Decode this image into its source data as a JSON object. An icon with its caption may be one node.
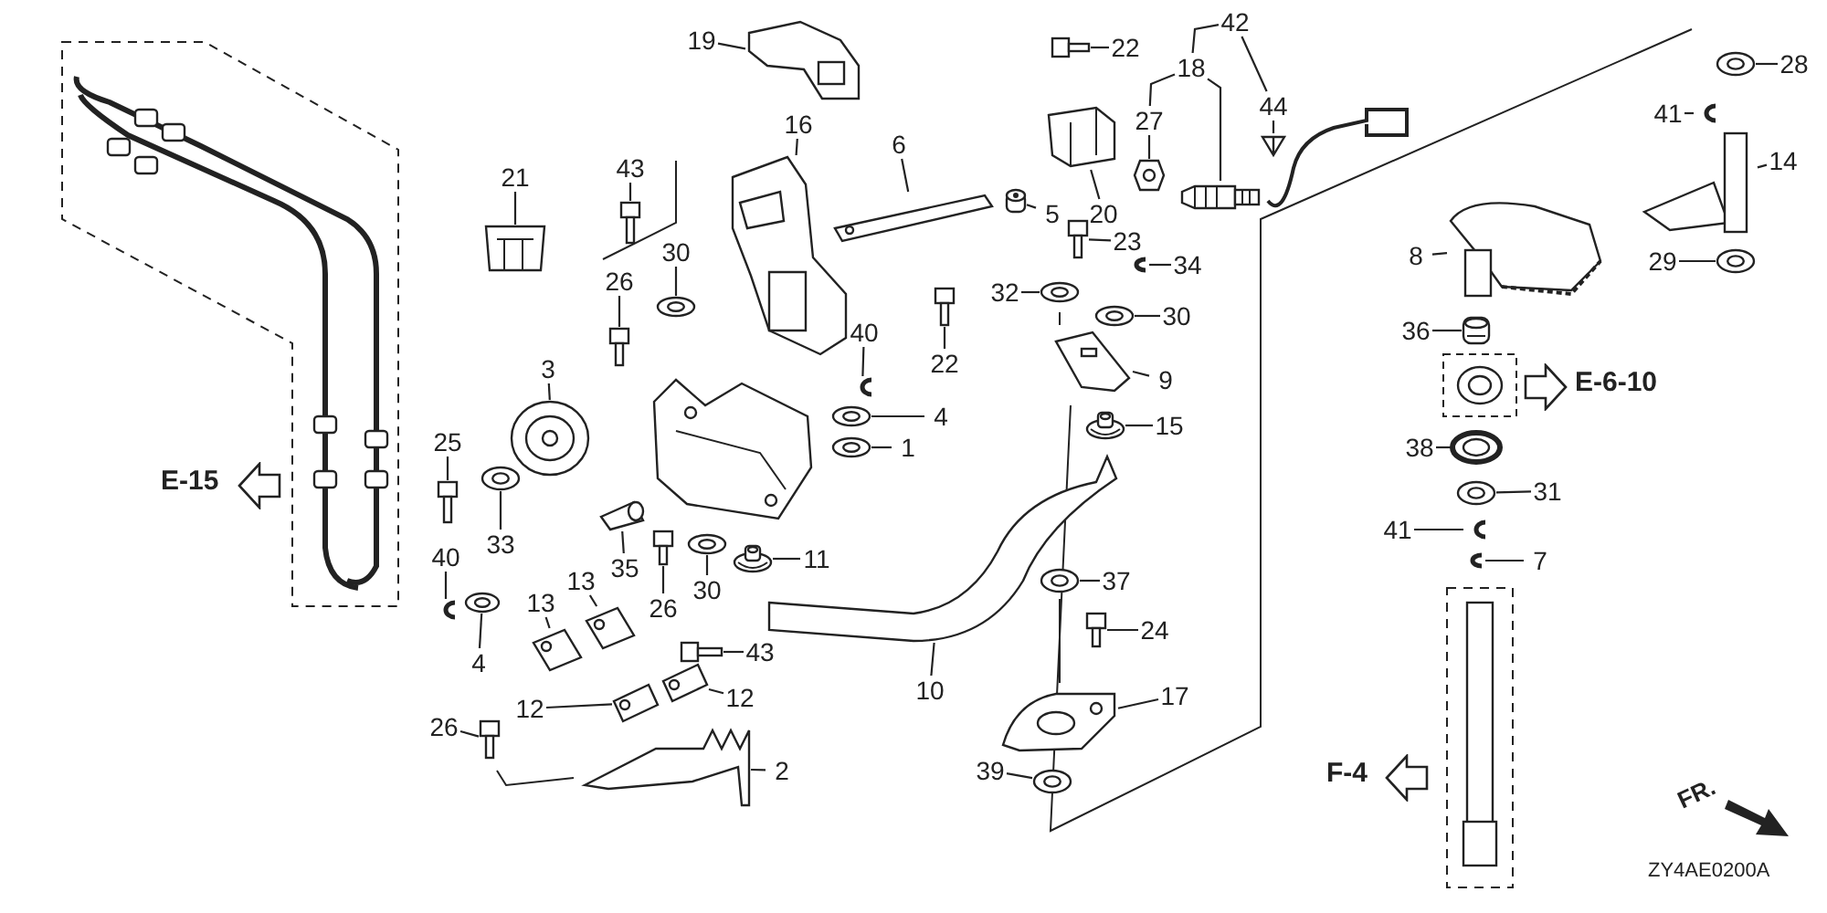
{
  "diagram": {
    "nodes": [
      {
        "text": [
          "19"
        ]
      },
      {
        "text": [
          "22"
        ]
      },
      {
        "text": [
          "42"
        ]
      },
      {
        "text": [
          "18"
        ]
      },
      {
        "text": [
          "44"
        ]
      },
      {
        "text": [
          "27"
        ]
      },
      {
        "text": [
          "20"
        ]
      },
      {
        "text": [
          "5"
        ]
      },
      {
        "text": [
          "23"
        ]
      },
      {
        "text": [
          "34"
        ]
      },
      {
        "text": [
          "32"
        ]
      },
      {
        "text": [
          "30"
        ]
      },
      {
        "text": [
          "22"
        ]
      },
      {
        "text": [
          "9"
        ]
      },
      {
        "text": [
          "15"
        ]
      },
      {
        "text": [
          "16"
        ]
      },
      {
        "text": [
          "6"
        ]
      },
      {
        "text": [
          "21"
        ]
      },
      {
        "text": [
          "43"
        ]
      },
      {
        "text": [
          "30"
        ]
      },
      {
        "text": [
          "26"
        ]
      },
      {
        "text": [
          "40"
        ]
      },
      {
        "text": [
          "4"
        ]
      },
      {
        "text": [
          "1"
        ]
      },
      {
        "text": [
          "3"
        ]
      },
      {
        "text": [
          "25"
        ]
      },
      {
        "text": [
          "33"
        ]
      },
      {
        "text": [
          "35"
        ]
      },
      {
        "text": [
          "26"
        ]
      },
      {
        "text": [
          "30"
        ]
      },
      {
        "text": [
          "11"
        ]
      },
      {
        "text": [
          "40"
        ]
      },
      {
        "text": [
          "4"
        ]
      },
      {
        "text": [
          "13"
        ]
      },
      {
        "text": [
          "13"
        ]
      },
      {
        "text": [
          "37"
        ]
      },
      {
        "text": [
          "43"
        ]
      },
      {
        "text": [
          "24"
        ]
      },
      {
        "text": [
          "10"
        ]
      },
      {
        "text": [
          "12"
        ]
      },
      {
        "text": [
          "12"
        ]
      },
      {
        "text": [
          "17"
        ]
      },
      {
        "text": [
          "26"
        ]
      },
      {
        "text": [
          "2"
        ]
      },
      {
        "text": [
          "39"
        ]
      },
      {
        "text": [
          "28"
        ]
      },
      {
        "text": [
          "41"
        ]
      },
      {
        "text": [
          "14"
        ]
      },
      {
        "text": [
          "29"
        ]
      },
      {
        "text": [
          "8"
        ]
      },
      {
        "text": [
          "36"
        ]
      },
      {
        "text": [
          "38"
        ]
      },
      {
        "text": [
          "31"
        ]
      },
      {
        "text": [
          "41"
        ]
      },
      {
        "text": [
          "7"
        ]
      },
      {
        "text": [],
        "shape": "picture"
      },
      {
        "text": [],
        "shape": "picture"
      },
      {
        "text": [],
        "shape": "picture"
      },
      {
        "text": [],
        "shape": "picture"
      },
      {
        "text": [],
        "shape": "picture"
      },
      {
        "text": [],
        "shape": "picture"
      },
      {
        "text": [],
        "shape": "picture"
      },
      {
        "text": [],
        "shape": "picture"
      },
      {
        "text": [],
        "shape": "picture"
      },
      {
        "text": [],
        "shape": "picture"
      },
      {
        "text": [],
        "shape": "picture"
      },
      {
        "text": [],
        "shape": "picture"
      },
      {
        "text": [],
        "shape": "picture"
      },
      {
        "text": [],
        "shape": "picture"
      },
      {
        "text": [],
        "shape": "picture"
      },
      {
        "text": [],
        "shape": "picture"
      },
      {
        "text": [],
        "shape": "picture"
      },
      {
        "text": [],
        "shape": "picture"
      },
      {
        "text": [],
        "shape": "picture"
      },
      {
        "text": [],
        "shape": "picture"
      },
      {
        "text": [],
        "shape": "picture"
      },
      {
        "text": [],
        "shape": "picture"
      },
      {
        "text": [],
        "shape": "picture"
      },
      {
        "text": [],
        "shape": "picture"
      },
      {
        "text": [],
        "shape": "picture"
      },
      {
        "text": [],
        "shape": "picture"
      },
      {
        "text": [],
        "shape": "picture"
      },
      {
        "text": [],
        "shape": "picture"
      },
      {
        "text": [],
        "shape": "picture"
      },
      {
        "text": [],
        "shape": "picture"
      },
      {
        "text": [],
        "shape": "picture"
      },
      {
        "text": [],
        "shape": "picture"
      },
      {
        "text": [],
        "shape": "picture"
      },
      {
        "text": [],
        "shape": "picture"
      },
      {
        "text": [],
        "shape": "picture"
      },
      {
        "text": [],
        "shape": "picture"
      },
      {
        "text": [],
        "shape": "picture"
      },
      {
        "text": [],
        "shape": "picture"
      },
      {
        "text": [],
        "shape": "picture"
      },
      {
        "text": [],
        "shape": "picture"
      },
      {
        "text": [],
        "shape": "picture"
      },
      {
        "text": [],
        "shape": "picture"
      },
      {
        "text": [],
        "shape": "picture"
      },
      {
        "text": [],
        "shape": "picture"
      },
      {
        "text": [],
        "shape": "picture"
      },
      {
        "text": [],
        "shape": "picture"
      },
      {
        "text": [],
        "shape": "picture"
      },
      {
        "text": [],
        "shape": "picture"
      },
      {
        "text": [],
        "shape": "picture"
      },
      {
        "text": [],
        "shape": "picture"
      },
      {
        "text": [],
        "shape": "picture"
      },
      {
        "text": [],
        "shape": "picture"
      },
      {
        "text": [],
        "shape": "picture"
      },
      {
        "text": [],
        "shape": "picture"
      },
      {
        "text": [],
        "shape": "picture"
      }
    ],
    "edges": [
      {
        "from": 0,
        "to": 55,
        "arrow": "none"
      },
      {
        "from": 1,
        "to": 56,
        "arrow": "none"
      },
      {
        "from": 2,
        "to": 3,
        "arrow": "none"
      },
      {
        "from": 2,
        "to": 4,
        "arrow": "none"
      },
      {
        "from": 3,
        "to": 5,
        "arrow": "none"
      },
      {
        "from": 3,
        "to": 57,
        "arrow": "none"
      },
      {
        "from": 4,
        "to": 58,
        "arrow": "none"
      },
      {
        "from": 5,
        "to": 59,
        "arrow": "none"
      },
      {
        "from": 6,
        "to": 60,
        "arrow": "none"
      },
      {
        "from": 7,
        "to": 61,
        "arrow": "none"
      },
      {
        "from": 8,
        "to": 62,
        "arrow": "none"
      },
      {
        "from": 9,
        "to": 63,
        "arrow": "none"
      },
      {
        "from": 10,
        "to": 64,
        "arrow": "none"
      },
      {
        "from": 11,
        "to": 65,
        "arrow": "none"
      },
      {
        "from": 12,
        "to": 66,
        "arrow": "none"
      },
      {
        "from": 13,
        "to": 67,
        "arrow": "none"
      },
      {
        "from": 14,
        "to": 68,
        "arrow": "none"
      },
      {
        "from": 15,
        "to": 69,
        "arrow": "none"
      },
      {
        "from": 16,
        "to": 70,
        "arrow": "none"
      },
      {
        "from": 17,
        "to": 71,
        "arrow": "none"
      },
      {
        "from": 18,
        "to": 72,
        "arrow": "none"
      },
      {
        "from": 19,
        "to": 73,
        "arrow": "none"
      },
      {
        "from": 20,
        "to": 74,
        "arrow": "none"
      },
      {
        "from": 21,
        "to": 75,
        "arrow": "none"
      },
      {
        "from": 22,
        "to": 76,
        "arrow": "none"
      },
      {
        "from": 23,
        "to": 77,
        "arrow": "none"
      },
      {
        "from": 24,
        "to": 78,
        "arrow": "none"
      },
      {
        "from": 25,
        "to": 79,
        "arrow": "none"
      },
      {
        "from": 26,
        "to": 80,
        "arrow": "none"
      },
      {
        "from": 27,
        "to": 81,
        "arrow": "none"
      },
      {
        "from": 28,
        "to": 82,
        "arrow": "none"
      },
      {
        "from": 29,
        "to": 83,
        "arrow": "none"
      },
      {
        "from": 30,
        "to": 84,
        "arrow": "none"
      },
      {
        "from": 31,
        "to": 85,
        "arrow": "none"
      },
      {
        "from": 32,
        "to": 86,
        "arrow": "none"
      },
      {
        "from": 33,
        "to": 87,
        "arrow": "none"
      },
      {
        "from": 34,
        "to": 88,
        "arrow": "none"
      },
      {
        "from": 35,
        "to": 89,
        "arrow": "none"
      },
      {
        "from": 36,
        "to": 90,
        "arrow": "none"
      },
      {
        "from": 37,
        "to": 91,
        "arrow": "none"
      },
      {
        "from": 38,
        "to": 92,
        "arrow": "none"
      },
      {
        "from": 39,
        "to": 93,
        "arrow": "none"
      },
      {
        "from": 40,
        "to": 94,
        "arrow": "none"
      },
      {
        "from": 41,
        "to": 95,
        "arrow": "none"
      },
      {
        "from": 42,
        "to": 96,
        "arrow": "none"
      },
      {
        "from": 43,
        "to": 97,
        "arrow": "none"
      },
      {
        "from": 44,
        "to": 98,
        "arrow": "none"
      },
      {
        "from": 45,
        "to": 99,
        "arrow": "none"
      },
      {
        "from": 46,
        "to": 100,
        "arrow": "none"
      },
      {
        "from": 47,
        "to": 101,
        "arrow": "none"
      },
      {
        "from": 48,
        "to": 102,
        "arrow": "none"
      },
      {
        "from": 49,
        "to": 103,
        "arrow": "none"
      },
      {
        "from": 50,
        "to": 104,
        "arrow": "none"
      },
      {
        "from": 51,
        "to": 105,
        "arrow": "none"
      },
      {
        "from": 52,
        "to": 106,
        "arrow": "none"
      },
      {
        "from": 53,
        "to": 107,
        "arrow": "none"
      },
      {
        "from": 54,
        "to": 108,
        "arrow": "none"
      }
    ],
    "labels": [
      "E-15",
      "E-6-10",
      "F-4",
      "FR.",
      "ZY4AE0200A"
    ]
  }
}
